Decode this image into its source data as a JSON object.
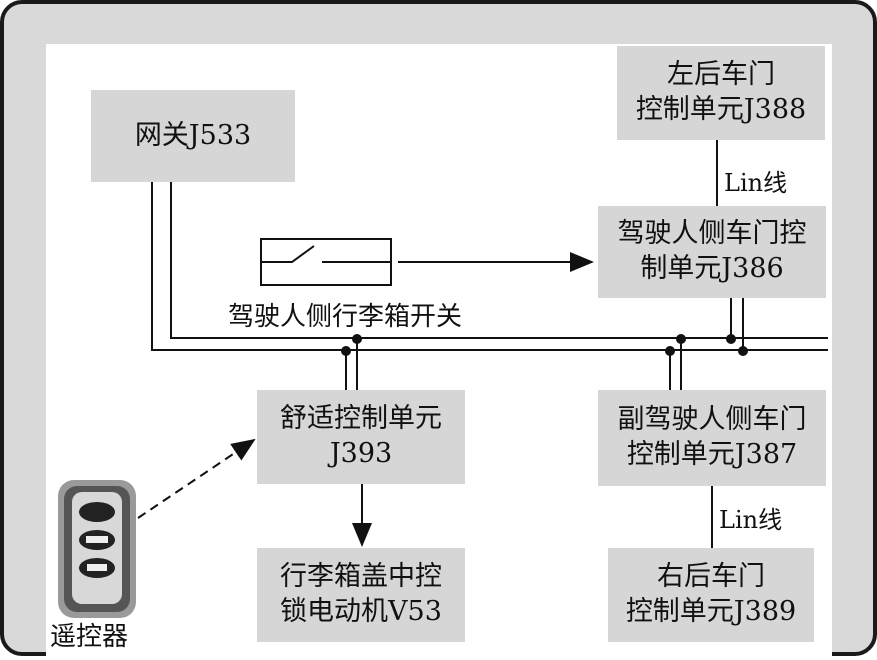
{
  "boxes": {
    "gateway": "网关J533",
    "left_rear_door": [
      "左后车门",
      "控制单元J388"
    ],
    "driver_door": [
      "驾驶人侧车门控",
      "制单元J386"
    ],
    "comfort": [
      "舒适控制单元",
      "J393"
    ],
    "passenger_door": [
      "副驾驶人侧车门",
      "控制单元J387"
    ],
    "trunk_motor": [
      "行李箱盖中控",
      "锁电动机V53"
    ],
    "right_rear_door": [
      "右后车门",
      "控制单元J389"
    ]
  },
  "labels": {
    "lin_upper": "Lin线",
    "lin_lower": "Lin线",
    "trunk_switch": "驾驶人侧行李箱开关",
    "remote": "遥控器"
  }
}
